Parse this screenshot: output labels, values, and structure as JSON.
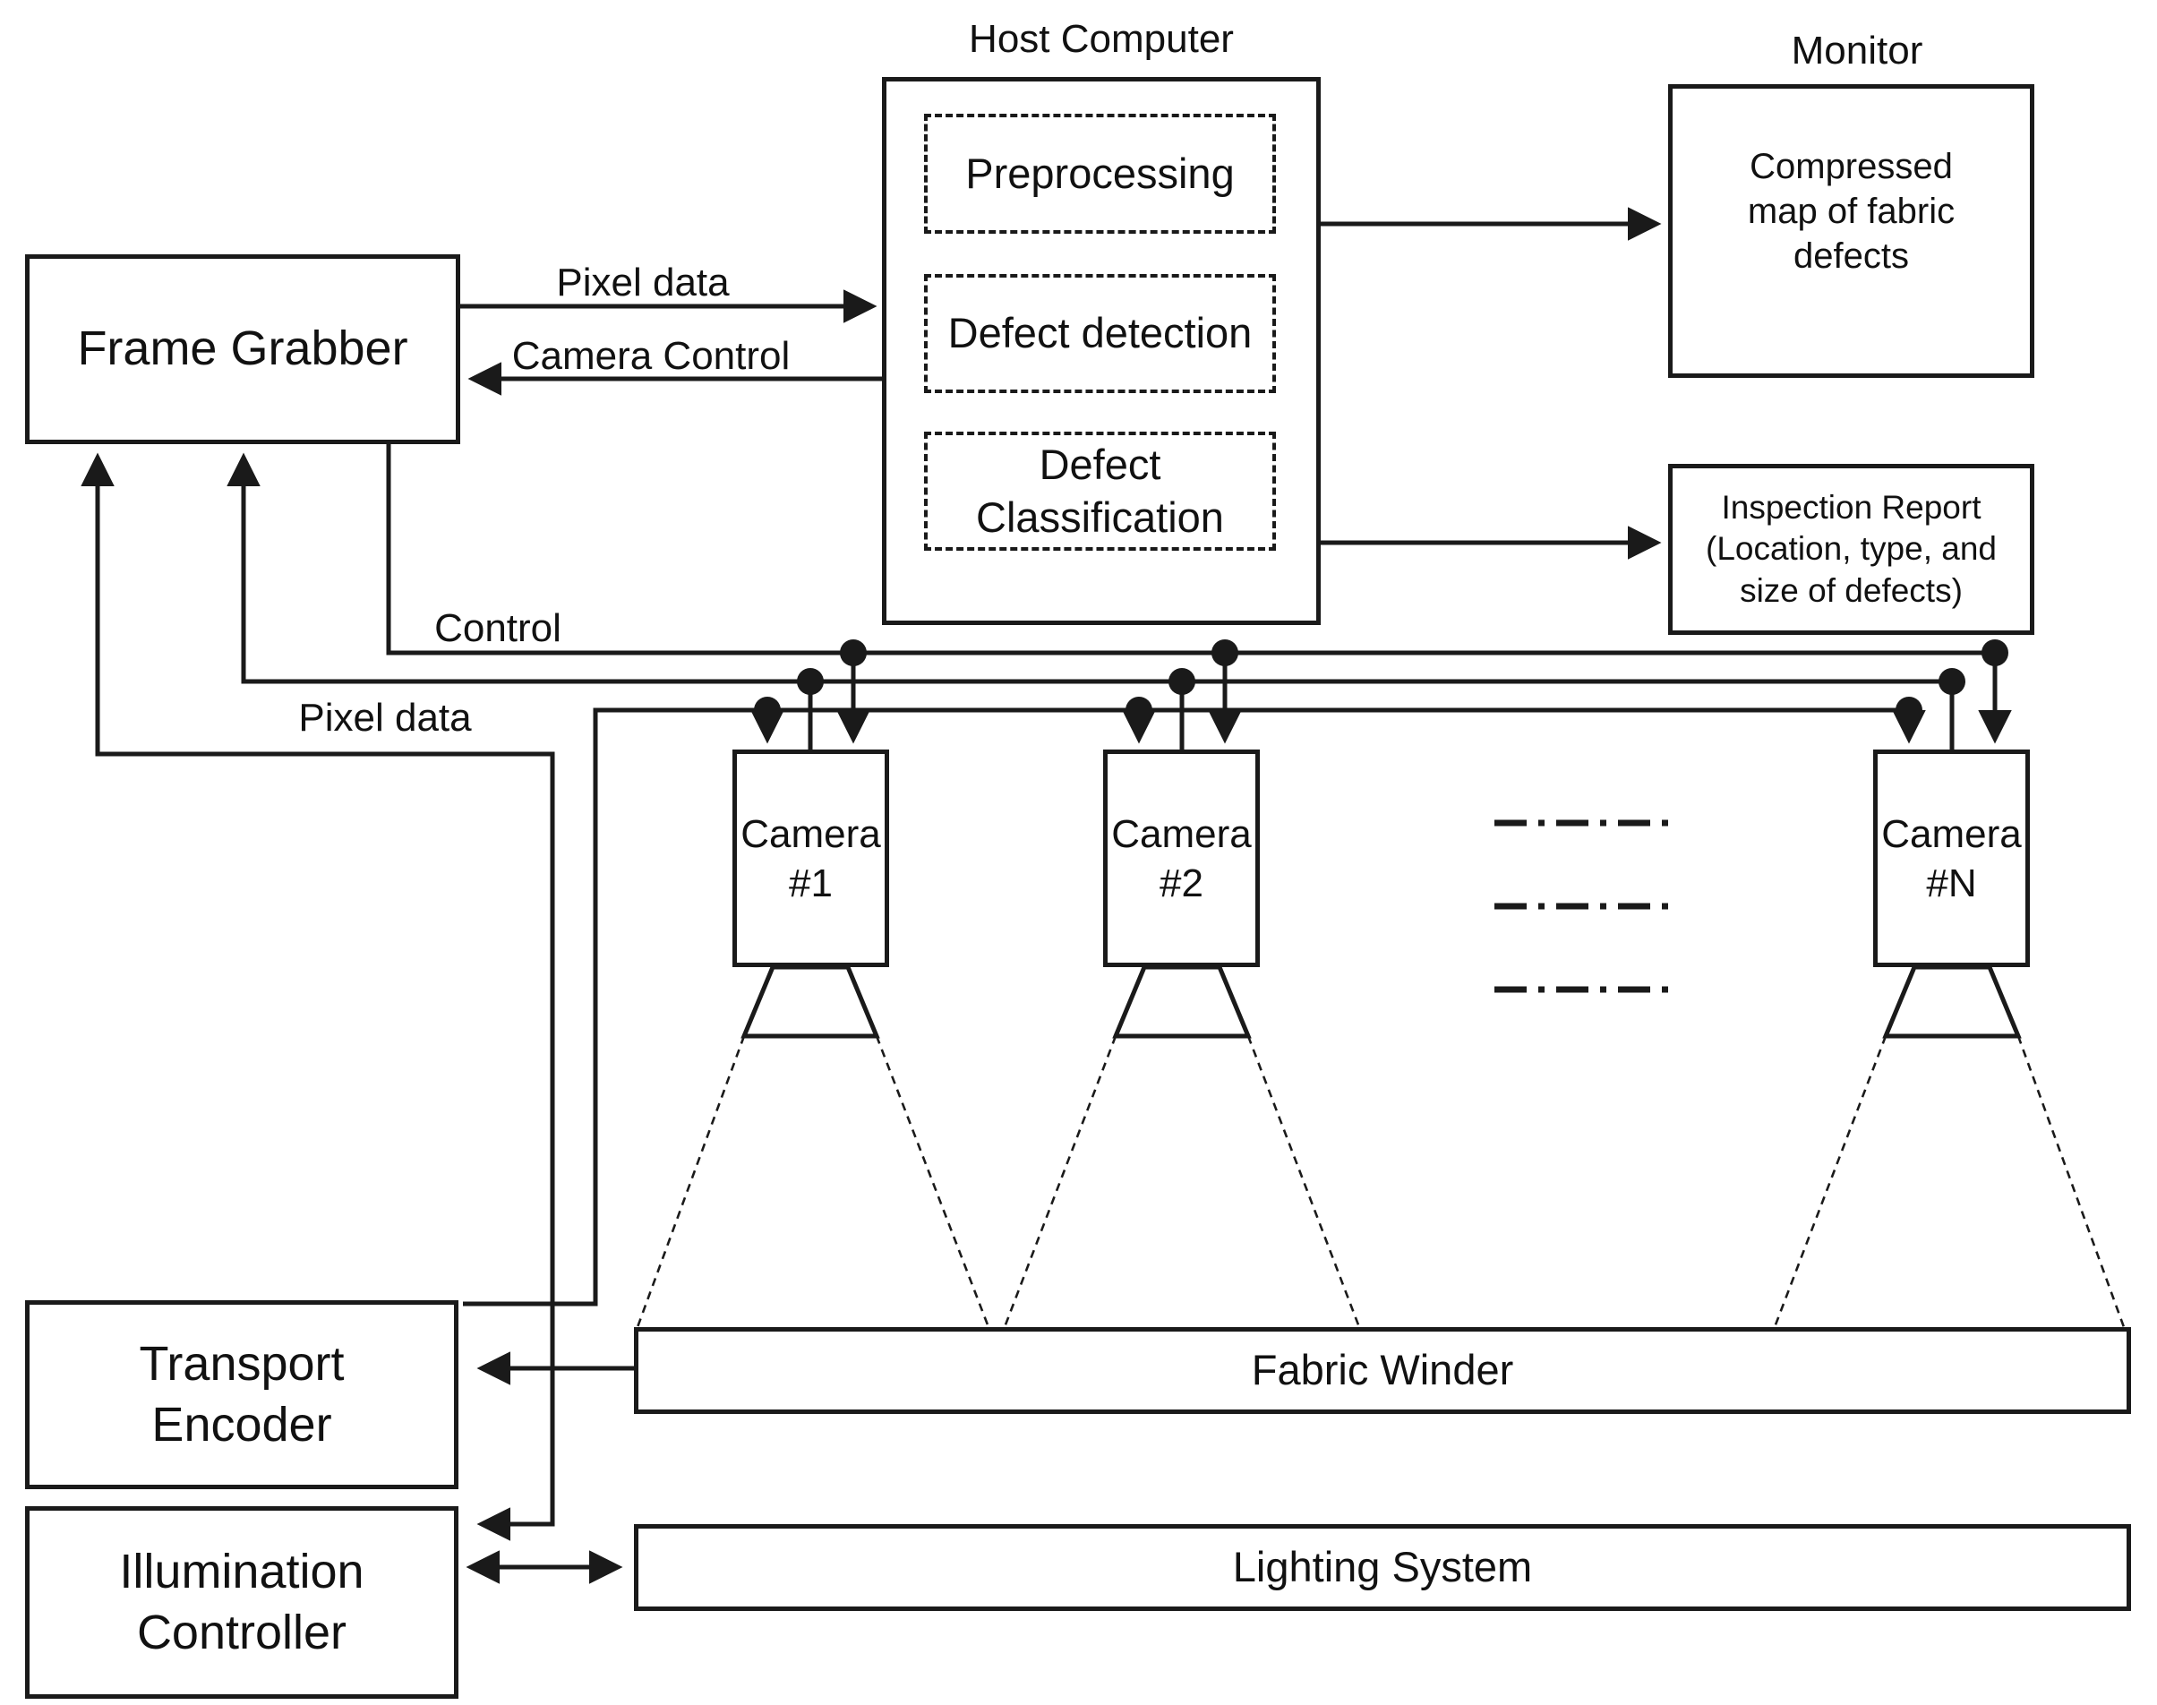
{
  "diagram": {
    "type": "block-diagram",
    "subject": "Automated fabric defect inspection system",
    "colors": {
      "line": "#1a1a1a",
      "background": "#ffffff",
      "text": "#111111"
    },
    "nodes": {
      "frame_grabber": "Frame Grabber",
      "host_computer": "Host Computer",
      "preprocessing": "Preprocessing",
      "defect_detection": "Defect detection",
      "defect_classification": "Defect\nClassification",
      "monitor_title": "Monitor",
      "monitor_body": "Compressed\nmap of fabric\ndefects",
      "inspection_report": "Inspection Report\n(Location, type, and\nsize of defects)",
      "camera_1": "Camera\n#1",
      "camera_2": "Camera\n#2",
      "camera_n": "Camera\n#N",
      "fabric_winder": "Fabric Winder",
      "lighting_system": "Lighting System",
      "transport_encoder": "Transport\nEncoder",
      "illumination_controller": "Illumination\nController"
    },
    "edges": {
      "pixel_data_top": "Pixel data",
      "camera_control": "Camera Control",
      "control": "Control",
      "pixel_data_bus": "Pixel data"
    }
  }
}
